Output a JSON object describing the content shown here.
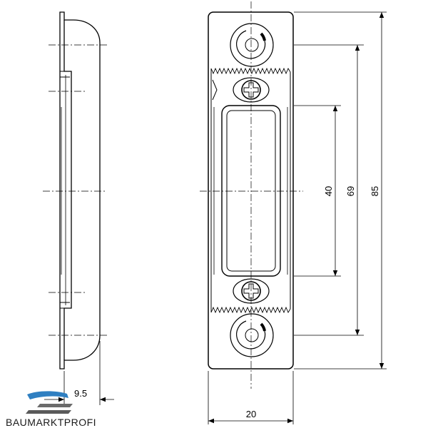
{
  "dimensions": {
    "thickness": "9.5",
    "width": "20",
    "slot_length": "40",
    "hole_spacing": "69",
    "total_length": "85"
  },
  "brand": {
    "name": "BAUMARKTPROFI"
  },
  "colors": {
    "line": "#000000",
    "logo_blue": "#2f7fc1",
    "background": "#ffffff"
  }
}
